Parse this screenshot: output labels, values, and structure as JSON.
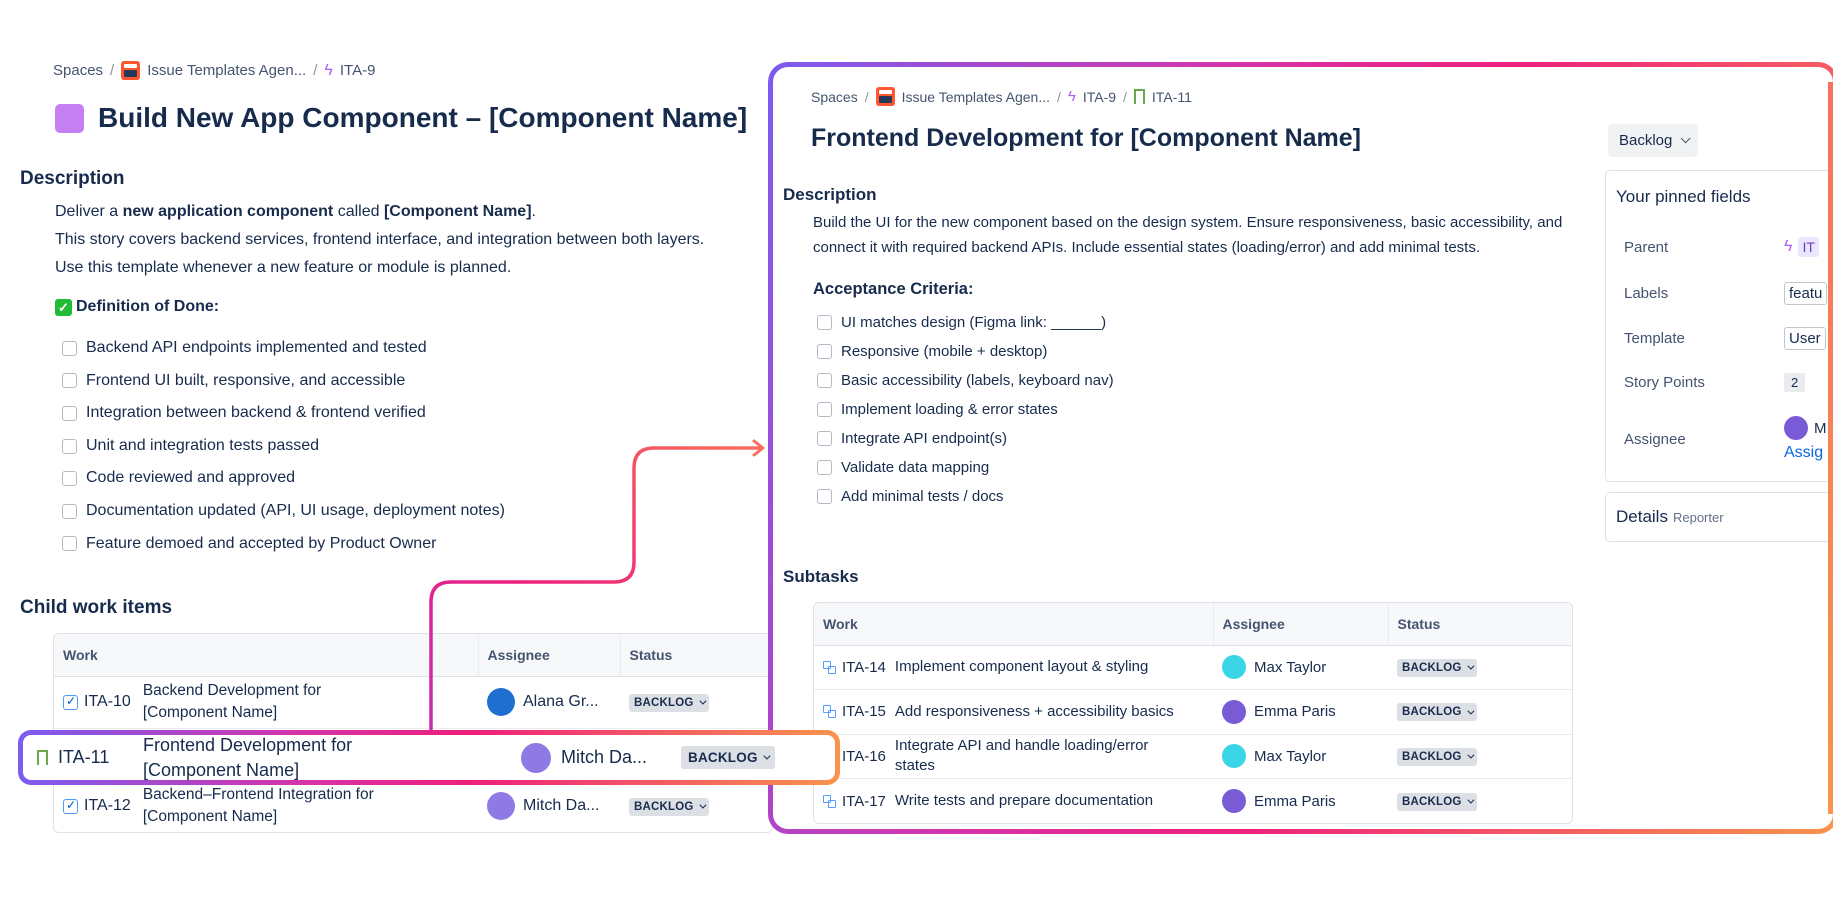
{
  "left": {
    "breadcrumb": {
      "spaces": "Spaces",
      "project": "Issue Templates Agen...",
      "issue": "ITA-9",
      "sep": "/"
    },
    "title": "Build New App Component – [Component Name]",
    "description_heading": "Description",
    "description_lines": [
      "Deliver a new application component called [Component Name].",
      "This story covers backend services, frontend interface, and integration between both layers.",
      "Use this template whenever a new feature or module is planned."
    ],
    "description_bold_1": "new application component",
    "description_bold_2": "[Component Name]",
    "dod_heading": "Definition of Done:",
    "dod_items": [
      "Backend API endpoints implemented and tested",
      "Frontend UI built, responsive, and accessible",
      "Integration between backend & frontend verified",
      "Unit and integration tests passed",
      "Code reviewed and approved",
      "Documentation updated (API, UI usage, deployment notes)",
      "Feature demoed and accepted by Product Owner"
    ],
    "child_heading": "Child work items",
    "child_columns": [
      "Work",
      "Assignee",
      "Status"
    ],
    "child_rows": [
      {
        "key": "ITA-10",
        "summary_l1": "Backend Development for",
        "summary_l2": "[Component Name]",
        "assignee": "Alana Gr...",
        "status": "BACKLOG",
        "icon": "checkbox-blue-icon",
        "avatar_color": "#1f6fd0"
      },
      {
        "key": "ITA-11",
        "summary_l1": "Frontend Development for",
        "summary_l2": "[Component Name]",
        "assignee": "Mitch Da...",
        "status": "BACKLOG",
        "icon": "bookmark-green-icon",
        "avatar_color": "#8f7ae5"
      },
      {
        "key": "ITA-12",
        "summary_l1": "Backend–Frontend Integration for",
        "summary_l2": "[Component Name]",
        "assignee": "Mitch Da...",
        "status": "BACKLOG",
        "icon": "checkbox-blue-icon",
        "avatar_color": "#8f7ae5"
      }
    ]
  },
  "right": {
    "breadcrumb": {
      "spaces": "Spaces",
      "project": "Issue Templates Agen...",
      "parent": "ITA-9",
      "issue": "ITA-11",
      "sep": "/"
    },
    "title": "Frontend Development for [Component Name]",
    "description_heading": "Description",
    "description": "Build the UI for the new component based on the design system. Ensure responsiveness, basic accessibility, and connect it with required backend APIs. Include essential states (loading/error) and add minimal tests.",
    "acceptance_heading": "Acceptance Criteria:",
    "acceptance_items": [
      "UI matches design (Figma link: ______)",
      "Responsive (mobile + desktop)",
      "Basic accessibility (labels, keyboard nav)",
      "Implement loading & error states",
      "Integrate API endpoint(s)",
      "Validate data mapping",
      "Add minimal tests / docs"
    ],
    "subtasks_heading": "Subtasks",
    "subtasks_columns": [
      "Work",
      "Assignee",
      "Status"
    ],
    "subtasks_rows": [
      {
        "key": "ITA-14",
        "summary": "Implement component layout & styling",
        "assignee": "Max Taylor",
        "status": "BACKLOG",
        "avatar_color": "#3ad6e8"
      },
      {
        "key": "ITA-15",
        "summary": "Add responsiveness + accessibility basics",
        "assignee": "Emma Paris",
        "status": "BACKLOG",
        "avatar_color": "#7a5bd6"
      },
      {
        "key": "ITA-16",
        "summary": "Integrate API and handle loading/error states",
        "assignee": "Max Taylor",
        "status": "BACKLOG",
        "avatar_color": "#3ad6e8"
      },
      {
        "key": "ITA-17",
        "summary": "Write tests and prepare documentation",
        "assignee": "Emma Paris",
        "status": "BACKLOG",
        "avatar_color": "#7a5bd6"
      }
    ],
    "status_button": "Backlog",
    "pinned": {
      "heading": "Your pinned fields",
      "parent_label": "Parent",
      "parent_value": "IT",
      "labels_label": "Labels",
      "labels_value": "featu",
      "template_label": "Template",
      "template_value": "User",
      "story_points_label": "Story Points",
      "story_points_value": "2",
      "assignee_label": "Assignee",
      "assignee_value": "M",
      "assign_link": "Assig"
    },
    "details": {
      "title": "Details",
      "subtitle": "Reporter"
    }
  },
  "colors": {
    "accent_purple": "#6b4fe0",
    "accent_pink": "#ee2f7d",
    "accent_orange": "#f4743b",
    "status_grey": "#dcdfe4",
    "link_blue": "#0c66e4"
  }
}
